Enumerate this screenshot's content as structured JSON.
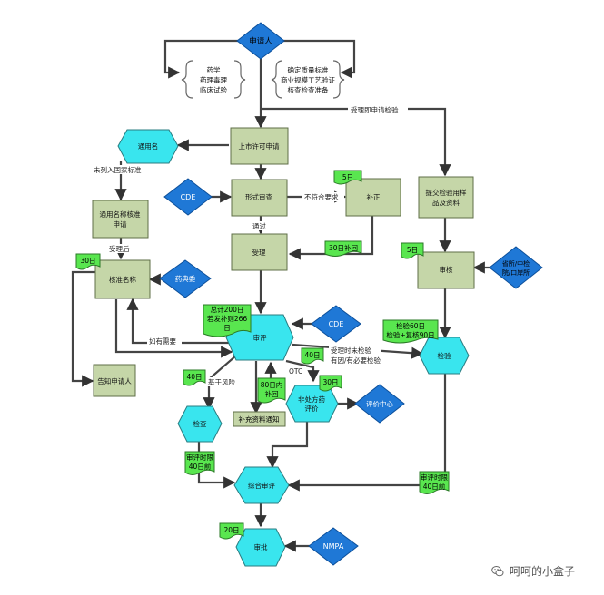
{
  "nodes": {
    "applicant": "申请人",
    "brace_left_lines": [
      "药学",
      "药理毒理",
      "临床试验"
    ],
    "brace_right_lines": [
      "确定质量标准",
      "商业规模工艺验证",
      "核查检查准备"
    ],
    "listing_app": "上市许可申请",
    "generic_name": "通用名",
    "form_review": "形式审查",
    "cde_1": "CDE",
    "supplement": "补正",
    "days_5_a": "5日",
    "accept": "受理",
    "days_30_supp": "30日补回",
    "name_review_app": [
      "通用名称核准",
      "申请"
    ],
    "name_approve": "核准名称",
    "days_30_name": "30日",
    "pharmacopoeia": "药典委",
    "notify_applicant": "告知申请人",
    "review": "审评",
    "review_total": [
      "总计200日",
      "若发补则266",
      "日"
    ],
    "cde_2": "CDE",
    "days_40_risk": "40日",
    "inspection": "检查",
    "days_80_supp": [
      "80日内",
      "补回"
    ],
    "supp_notice": "补充资料通知",
    "otc_review": [
      "非处方药",
      "评价"
    ],
    "days_30_otc": "30日",
    "eval_center": "评价中心",
    "days_40_test": "40日",
    "submit_samples": [
      "提交检验用样",
      "品及资料"
    ],
    "days_5_b": "5日",
    "audit": "审核",
    "provincial": [
      "省所/中检",
      "院/口岸所"
    ],
    "test": "检验",
    "test_days": [
      "检验60日",
      "检验+复核90日"
    ],
    "review_deadline_left": [
      "审评时限",
      "40日前"
    ],
    "comprehensive": "综合审评",
    "review_deadline_right": [
      "审评时限",
      "40日前"
    ],
    "days_20": "20日",
    "approve": "审批",
    "nmpa": "NMPA"
  },
  "edges": {
    "after_accept_test": "受理即申请检验",
    "listed_national": "未列入国家标准",
    "not_meet": "不符合要求",
    "pass": "通过",
    "after_accept": "受理后",
    "if_needed": "如有需要",
    "based_on_risk": "基于风险",
    "otc": "OTC",
    "not_test_on_accept": "受理时未检验",
    "if_necessary_test": "有因/有必要检验"
  },
  "watermark": "呵呵的小盒子",
  "icons": {
    "watermark_icon": "wechat-icon"
  },
  "colors": {
    "rect": "#c5d6a8",
    "blue": "#1f78d6",
    "cyan": "#39e5ee",
    "green": "#59e64f"
  }
}
